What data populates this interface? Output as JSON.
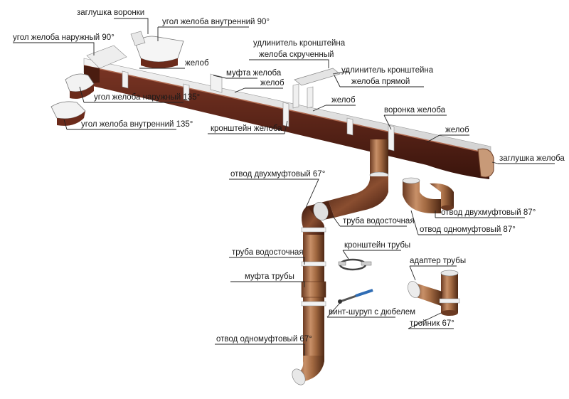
{
  "labels": {
    "end_cap_outlet": "заглушка воронки",
    "inner_corner_90": "угол желоба внутренний 90°",
    "outer_corner_90": "угол желоба наружный 90°",
    "gutter_1": "желоб",
    "gutter_coupling": "муфта желоба",
    "gutter_2": "желоб",
    "outer_corner_135": "угол желоба наружный 135°",
    "inner_corner_135": "угол желоба внутренний 135°",
    "bracket_ext_twisted": "удлинитель кронштейна желоба скрученный",
    "bracket_ext_straight": "удлинитель кронштейна желоба прямой",
    "gutter_3": "желоб",
    "gutter_bracket": "кронштейн желоба",
    "outlet_funnel": "воронка желоба",
    "gutter_4": "желоб",
    "end_cap_gutter": "заглушка желоба",
    "double_elbow_67": "отвод двухмуфтовый 67°",
    "double_elbow_87": "отвод двухмуфтовый 87°",
    "downpipe_1": "труба водосточная",
    "single_elbow_87": "отвод одномуфтовый 87°",
    "pipe_bracket": "кронштейн трубы",
    "downpipe_2": "труба водосточная",
    "pipe_adapter": "адаптер трубы",
    "pipe_coupling": "муфта трубы",
    "screw_dowel": "винт-шуруп с дюбелем",
    "tee_67": "тройник 67°",
    "single_elbow_67": "отвод одномуфтовый 67°"
  },
  "colors": {
    "gutter_brown": "#5a2418",
    "pipe_tan": "#b07a50",
    "bracket_white": "#f2f2f2"
  }
}
